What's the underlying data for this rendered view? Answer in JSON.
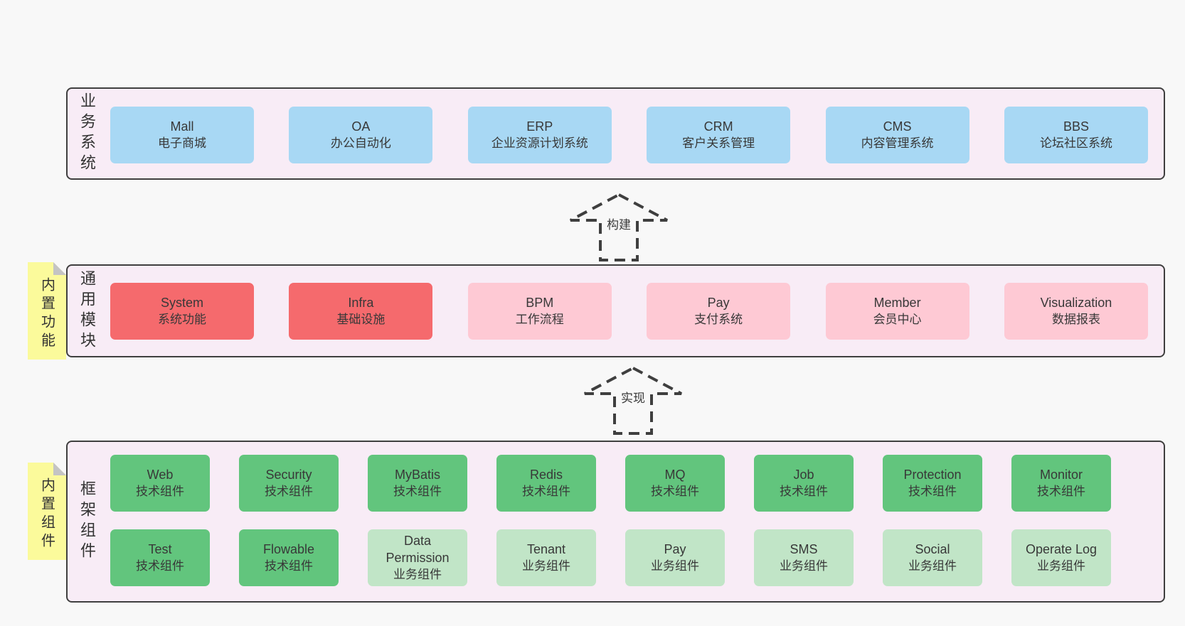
{
  "colors": {
    "background": "#f8f8f8",
    "panel_fill": "#f8ecf6",
    "panel_border": "#3f3f3f",
    "blue": "#a8d8f4",
    "red": "#f56a6d",
    "pink": "#fec9d4",
    "green": "#62c57d",
    "lightgreen": "#c1e5c7",
    "sticky_yellow": "#fbfa9b",
    "sticky_fold_gray": "#c4c4c4"
  },
  "layers": [
    {
      "label": "业务系统",
      "boxes": [
        {
          "en": "Mall",
          "zh": "电子商城"
        },
        {
          "en": "OA",
          "zh": "办公自动化"
        },
        {
          "en": "ERP",
          "zh": "企业资源计划系统"
        },
        {
          "en": "CRM",
          "zh": "客户关系管理"
        },
        {
          "en": "CMS",
          "zh": "内容管理系统"
        },
        {
          "en": "BBS",
          "zh": "论坛社区系统"
        }
      ]
    },
    {
      "label": "通用模块",
      "sticky": "内置功能",
      "boxes": [
        {
          "en": "System",
          "zh": "系统功能"
        },
        {
          "en": "Infra",
          "zh": "基础设施"
        },
        {
          "en": "BPM",
          "zh": "工作流程"
        },
        {
          "en": "Pay",
          "zh": "支付系统"
        },
        {
          "en": "Member",
          "zh": "会员中心"
        },
        {
          "en": "Visualization",
          "zh": "数据报表"
        }
      ]
    },
    {
      "label": "框架组件",
      "sticky": "内置组件",
      "rows": [
        [
          {
            "en": "Web",
            "zh": "技术组件"
          },
          {
            "en": "Security",
            "zh": "技术组件"
          },
          {
            "en": "MyBatis",
            "zh": "技术组件"
          },
          {
            "en": "Redis",
            "zh": "技术组件"
          },
          {
            "en": "MQ",
            "zh": "技术组件"
          },
          {
            "en": "Job",
            "zh": "技术组件"
          },
          {
            "en": "Protection",
            "zh": "技术组件"
          },
          {
            "en": "Monitor",
            "zh": "技术组件"
          }
        ],
        [
          {
            "en": "Test",
            "zh": "技术组件"
          },
          {
            "en": "Flowable",
            "zh": "技术组件"
          },
          {
            "en": "Data Permission",
            "zh": "业务组件"
          },
          {
            "en": "Tenant",
            "zh": "业务组件"
          },
          {
            "en": "Pay",
            "zh": "业务组件"
          },
          {
            "en": "SMS",
            "zh": "业务组件"
          },
          {
            "en": "Social",
            "zh": "业务组件"
          },
          {
            "en": "Operate Log",
            "zh": "业务组件"
          }
        ]
      ]
    }
  ],
  "arrows": [
    {
      "label": "构建"
    },
    {
      "label": "实现"
    }
  ]
}
